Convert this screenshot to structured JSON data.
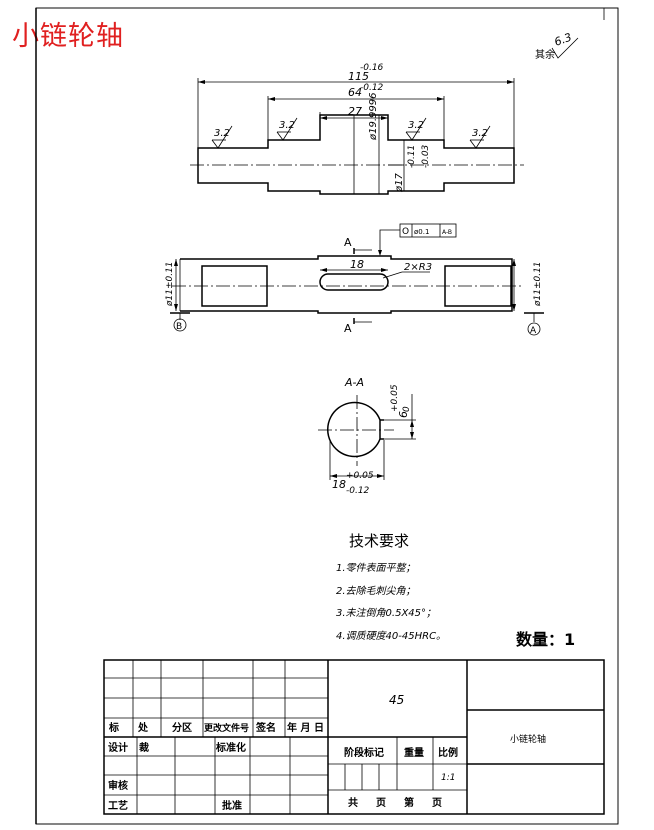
{
  "drawing_title": "小链轮轴",
  "roughness_other": {
    "prefix": "其余",
    "value": "6.3"
  },
  "roughness_marks": [
    "3.2",
    "3.2",
    "3.2",
    "3.2"
  ],
  "dimensions": {
    "overall_length": "115",
    "overall_tol_upper": "-0.16",
    "overall_tol_lower": "-0.12",
    "middle_length": "64",
    "hub_length": "27",
    "hub_diameter": "ø19.9996",
    "journal_diameter": "ø17",
    "journal_tol_upper": "-0.11",
    "journal_tol_lower": "-0.03",
    "end_diameter_left": "ø11±0.11",
    "end_diameter_right": "ø11±0.11",
    "keyway_length": "18",
    "keyway_radius": "2×R3",
    "key_depth_base": "6",
    "key_depth_tol_upper": "+0.05",
    "key_depth_tol_lower": "0",
    "section_width_base": "18",
    "section_width_tol_upper": "+0.05",
    "section_width_tol_lower": "-0.12"
  },
  "section_mark": "A",
  "section_title": "A-A",
  "datum_b": "B",
  "datum_a": "A",
  "tolerance_frame": {
    "symbol": "O",
    "value": "ø0.1",
    "datum": "A-B"
  },
  "tech_requirements": {
    "title": "技术要求",
    "items": [
      "1.零件表面平整；",
      "2.去除毛刺尖角；",
      "3.未注倒角0.5X45°；",
      "4.调质硬度40-45HRC。"
    ]
  },
  "quantity": "数量：1",
  "title_block": {
    "material": "45",
    "part_name": "小链轮轴",
    "scale": "1:1",
    "labels": {
      "biao": "标",
      "chu": "处",
      "fenqu": "分区",
      "gengai": "更改文件号",
      "qianming": "签名",
      "nianyueri": "年 月 日",
      "sheji": "设计",
      "lianshi": "裁",
      "biaozhunhua": "标准化",
      "jieduan": "阶段标记",
      "zhongliang": "重量",
      "bili": "比例",
      "shenhe": "审核",
      "gongyi": "工艺",
      "pizhun": "批准",
      "gong": "共",
      "ye": "页",
      "di": "第",
      "ye2": "页"
    }
  }
}
